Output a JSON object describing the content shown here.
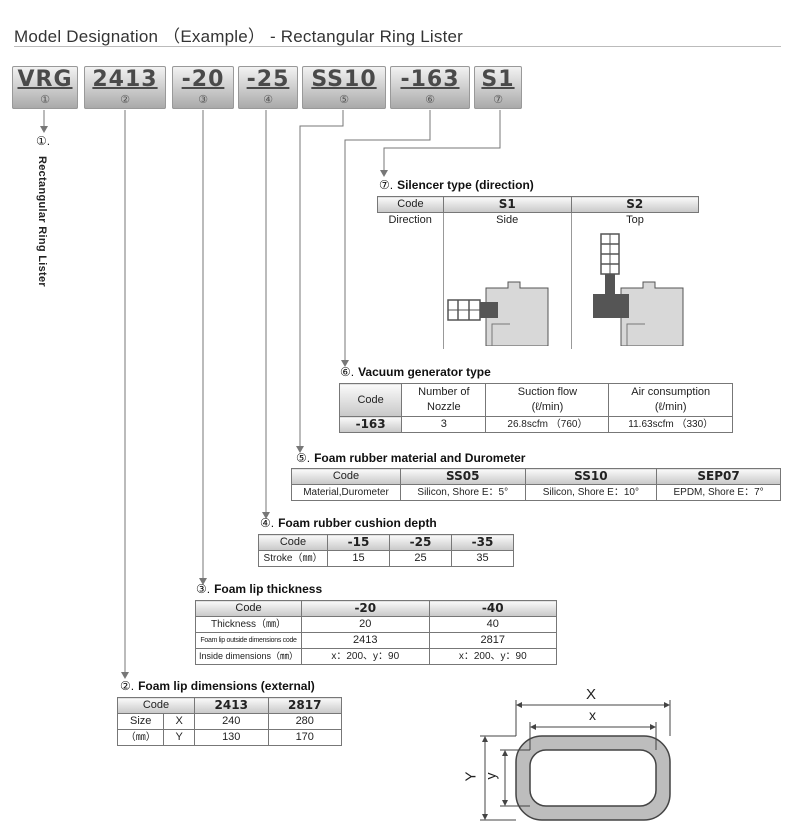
{
  "title": "Model Designation （Example） -  Rectangular Ring Lister",
  "model_codes": [
    {
      "code": "VRG",
      "num": "①"
    },
    {
      "code": "2413",
      "num": "②"
    },
    {
      "code": "-20",
      "num": "③"
    },
    {
      "code": "-25",
      "num": "④"
    },
    {
      "code": "SS10",
      "num": "⑤"
    },
    {
      "code": "-163",
      "num": "⑥"
    },
    {
      "code": "S1",
      "num": "⑦"
    }
  ],
  "series": {
    "num": "①.",
    "label": "Rectangular Ring Lister"
  },
  "silencer": {
    "num": "⑦.",
    "title": "Silencer type (direction)",
    "code_label": "Code",
    "codes": [
      "S1",
      "S2"
    ],
    "row_label": "Direction",
    "directions": [
      "Side",
      "Top"
    ]
  },
  "vacuum": {
    "num": "⑥.",
    "title": "Vacuum generator type",
    "headers": [
      "Code",
      "Number of",
      "Nozzle",
      "Suction flow",
      "(ℓ/min)",
      "Air consumption",
      "(ℓ/min)"
    ],
    "row": {
      "code": "-163",
      "nozzle": "3",
      "suction": "26.8scfm （760）",
      "air": "11.63scfm （330）"
    }
  },
  "foam_material": {
    "num": "⑤.",
    "title": "Foam rubber material and Durometer",
    "code_label": "Code",
    "codes": [
      "SS05",
      "SS10",
      "SEP07"
    ],
    "row_label": "Material,Durometer",
    "values": [
      "Silicon, Shore E：5°",
      "Silicon, Shore E：10°",
      "EPDM, Shore E：7°"
    ]
  },
  "cushion": {
    "num": "④.",
    "title": "Foam rubber cushion depth",
    "code_label": "Code",
    "codes": [
      "-15",
      "-25",
      "-35"
    ],
    "row_label": "Stroke（㎜）",
    "values": [
      "15",
      "25",
      "35"
    ]
  },
  "lip_thickness": {
    "num": "③.",
    "title": "Foam lip thickness",
    "code_label": "Code",
    "codes": [
      "-20",
      "-40"
    ],
    "rows": [
      {
        "label": "Thickness（㎜）",
        "values": [
          "20",
          "40"
        ]
      },
      {
        "label": "Foam lip outside dimensions code",
        "values": [
          "2413",
          "2817"
        ]
      },
      {
        "label": "Inside dimensions（㎜）",
        "values": [
          "x：200、y：90",
          "x：200、y：90"
        ]
      }
    ]
  },
  "lip_dims": {
    "num": "②.",
    "title": "Foam lip dimensions (external)",
    "code_label": "Code",
    "codes": [
      "2413",
      "2817"
    ],
    "size_label": "Size",
    "unit_label": "（㎜）",
    "rows": [
      {
        "axis": "X",
        "values": [
          "240",
          "280"
        ]
      },
      {
        "axis": "Y",
        "values": [
          "130",
          "170"
        ]
      }
    ]
  },
  "diagram_labels": {
    "X": "X",
    "x": "x",
    "Y": "Y",
    "y": "y"
  }
}
